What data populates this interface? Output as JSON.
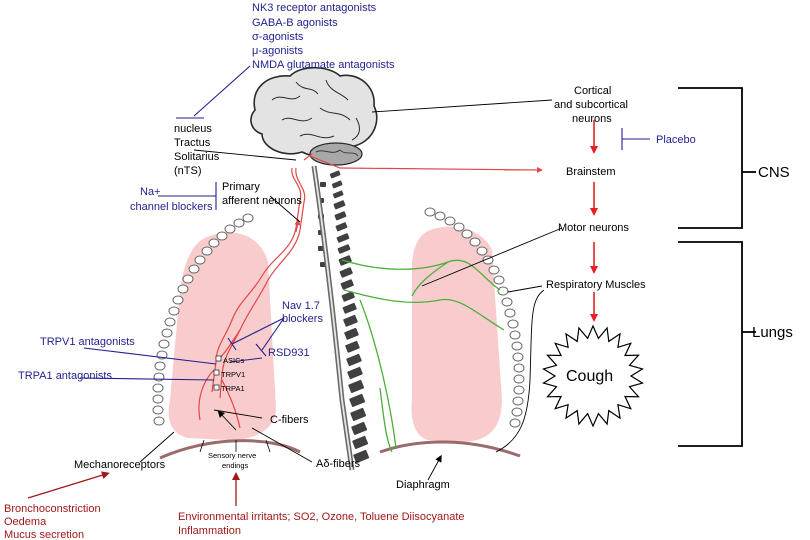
{
  "drug_labels": {
    "central": [
      "NK3 receptor antagonists",
      "GABA-B agonists",
      "σ-agonists",
      "μ-agonists",
      "NMDA glutamate antagonists"
    ],
    "na_channel": [
      "Na+",
      "channel blockers"
    ],
    "nav_blockers": [
      "Nav 1.7",
      "blockers"
    ],
    "rsd": "RSD931",
    "trpv1": "TRPV1 antagonists",
    "trpa1": "TRPA1 antagonists",
    "placebo": "Placebo"
  },
  "anatomy_labels": {
    "nts": [
      "nucleus",
      "Tractus",
      "Solitarius",
      "(nTS)"
    ],
    "primary_afferent": [
      "Primary",
      "afferent neurons"
    ],
    "cortical": [
      "Cortical",
      "and subcortical",
      "neurons"
    ],
    "brainstem": "Brainstem",
    "motor": "Motor neurons",
    "respiratory": "Respiratory Muscles",
    "cough": "Cough",
    "diaphragm": "Diaphragm",
    "c_fibers": "C-fibers",
    "ad_fibers": "Aδ-fibers",
    "mechanoreceptors": "Mechanoreceptors",
    "sensory": [
      "Sensory nerve",
      "endings"
    ],
    "receptors": [
      "ASICs",
      "TRPV1",
      "TRPA1"
    ]
  },
  "region_labels": {
    "cns": "CNS",
    "lungs": "Lungs"
  },
  "causes": {
    "left": [
      "Bronchoconstriction",
      "Oedema",
      "Mucus secretion"
    ],
    "bottom": [
      "Environmental irritants; SO2, Ozone, Toluene Diisocyanate",
      "Inflammation"
    ]
  },
  "colors": {
    "drug": "#1f1f8f",
    "cause": "#a01818",
    "afferent": "#e04848",
    "efferent": "#4caf3a",
    "lung": "#f8cccc",
    "arrow": "#e62020"
  }
}
